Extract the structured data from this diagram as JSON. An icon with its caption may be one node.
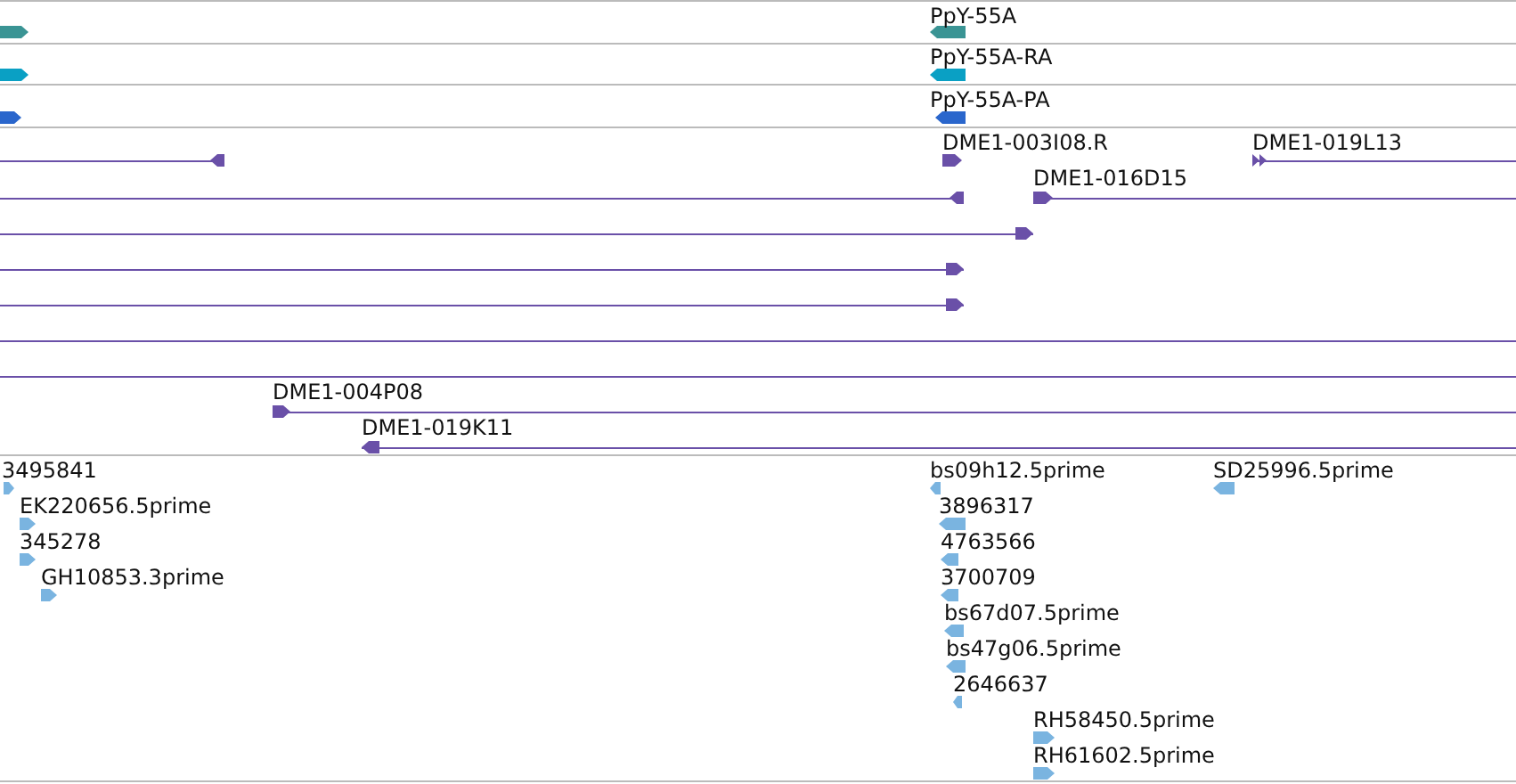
{
  "diagram": {
    "labels": [
      "PpY-55A",
      "PpY-55A-RA",
      "PpY-55A-PA",
      "DME1-003I08.R",
      "DME1-019L13",
      "DME1-016D15",
      "DME1-004P08",
      "DME1-019K11",
      "3495841",
      "bs09h12.5prime",
      "SD25996.5prime",
      "EK220656.5prime",
      "3896317",
      "345278",
      "4763566",
      "GH10853.3prime",
      "3700709",
      "bs67d07.5prime",
      "bs47g06.5prime",
      "2646637",
      "RH58450.5prime",
      "RH61602.5prime"
    ]
  }
}
